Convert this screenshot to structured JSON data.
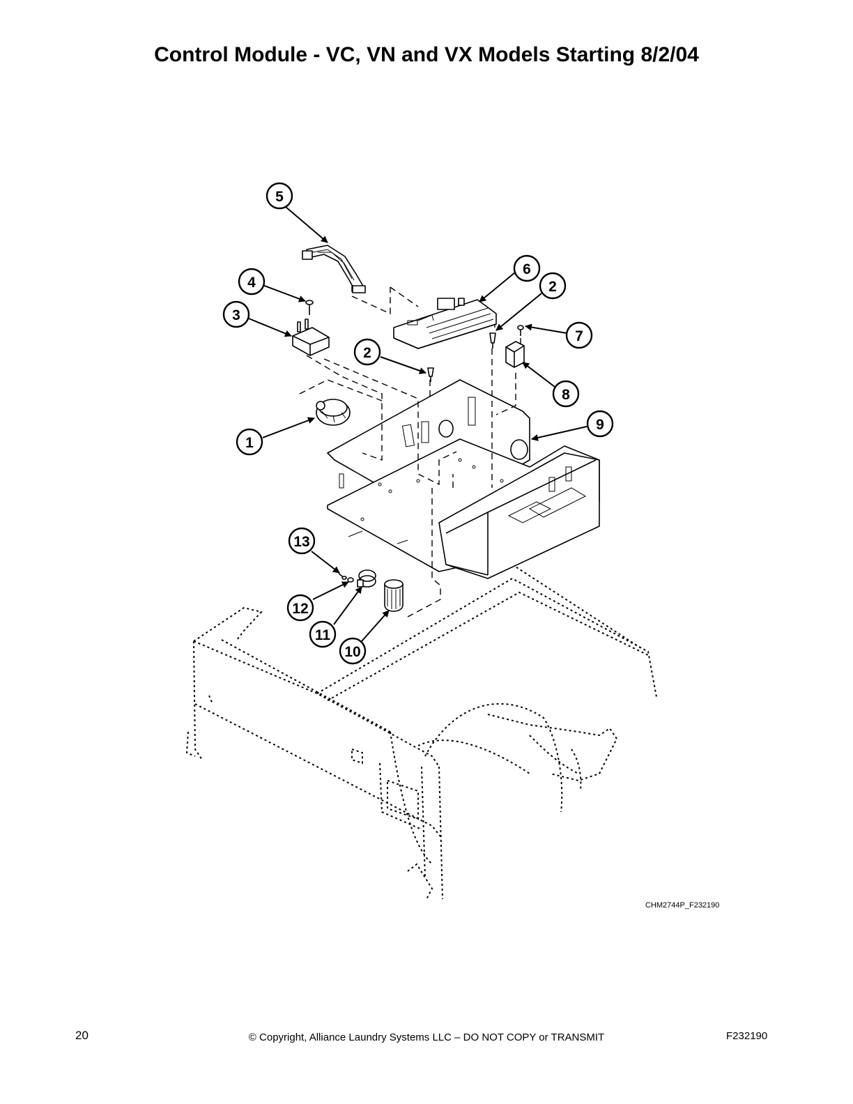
{
  "page": {
    "title": "Control Module - VC, VN and VX Models Starting 8/2/04",
    "drawing_code": "CHM2744P_F232190",
    "page_number": "20",
    "copyright": "© Copyright, Alliance Laundry Systems LLC – DO NOT COPY or TRANSMIT",
    "document_code": "F232190"
  },
  "diagram": {
    "callouts": [
      "5",
      "4",
      "3",
      "6",
      "2",
      "7",
      "2",
      "8",
      "9",
      "1",
      "13",
      "12",
      "11",
      "10"
    ]
  }
}
